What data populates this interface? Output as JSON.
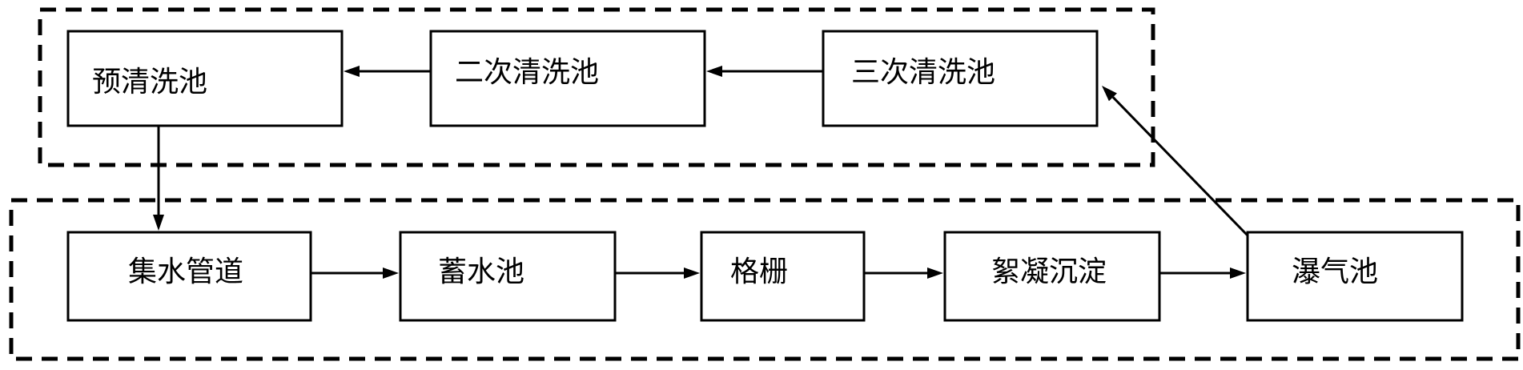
{
  "diagram": {
    "nodes": [
      {
        "id": "pre_wash",
        "label": "预清洗池"
      },
      {
        "id": "second_wash",
        "label": "二次清洗池"
      },
      {
        "id": "third_wash",
        "label": "三次清洗池"
      },
      {
        "id": "collect",
        "label": "集水管道"
      },
      {
        "id": "storage",
        "label": "蓄水池"
      },
      {
        "id": "grille",
        "label": "格栅"
      },
      {
        "id": "flocc",
        "label": "絮凝沉淀"
      },
      {
        "id": "aeration",
        "label": "瀑气池"
      }
    ],
    "edges": [
      {
        "from": "collect",
        "to": "storage"
      },
      {
        "from": "storage",
        "to": "grille"
      },
      {
        "from": "grille",
        "to": "flocc"
      },
      {
        "from": "flocc",
        "to": "aeration"
      },
      {
        "from": "aeration",
        "to": "third_wash"
      },
      {
        "from": "third_wash",
        "to": "second_wash"
      },
      {
        "from": "second_wash",
        "to": "pre_wash"
      },
      {
        "from": "pre_wash",
        "to": "collect"
      }
    ],
    "groups": [
      {
        "id": "cleaning-group",
        "members": [
          "pre_wash",
          "second_wash",
          "third_wash"
        ]
      },
      {
        "id": "treatment-group",
        "members": [
          "collect",
          "storage",
          "grille",
          "flocc",
          "aeration"
        ]
      }
    ]
  }
}
